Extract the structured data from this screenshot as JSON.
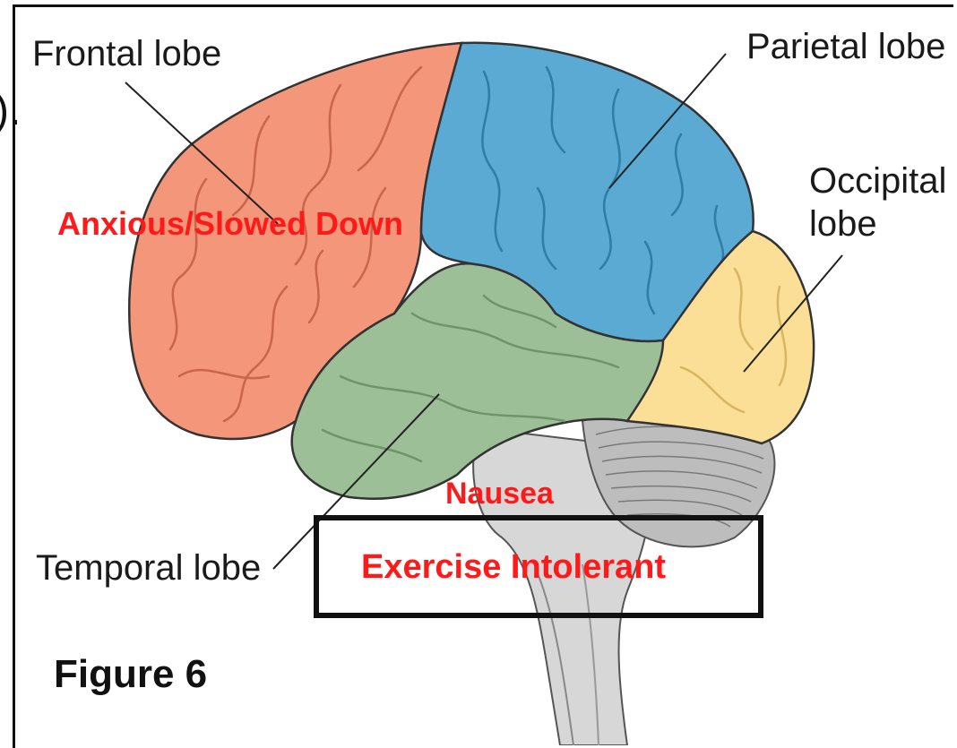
{
  "labels": {
    "frontal": "Frontal lobe",
    "parietal": "Parietal lobe",
    "occipital_line1": "Occipital",
    "occipital_line2": "lobe",
    "temporal": "Temporal lobe"
  },
  "annotations": {
    "frontal": "Anxious/Slowed Down",
    "nausea": "Nausea",
    "exercise": "Exercise Intolerant"
  },
  "figure_title": "Figure 6",
  "edge_glyph": ").",
  "colors": {
    "frontal": "#f4967a",
    "parietal": "#5aaad3",
    "occipital": "#fbdf96",
    "temporal": "#9dbf98",
    "cerebellum": "#bdbdbd",
    "brainstem": "#d7d7d7",
    "annotation_red": "#ff1a1a"
  }
}
